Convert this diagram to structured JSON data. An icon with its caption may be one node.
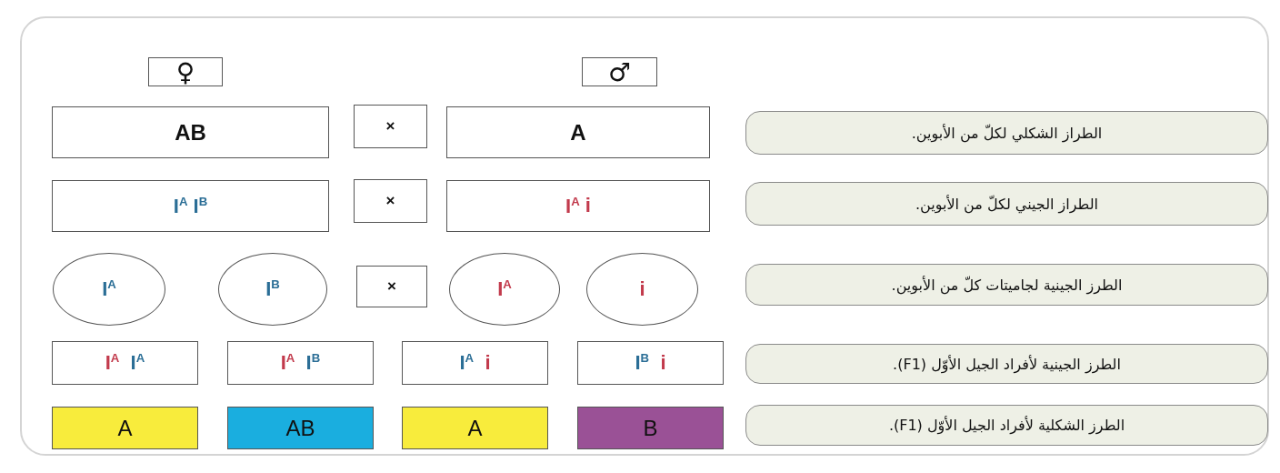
{
  "diagram": {
    "nodes": [
      {
        "text": [
          "♀"
        ]
      },
      {
        "text": [
          "♂"
        ]
      },
      {
        "text": [
          "AB"
        ]
      },
      {
        "text": [
          "×"
        ]
      },
      {
        "text": [
          "A"
        ]
      },
      {
        "text": [
          "الطراز الشكلي لكلّ من الأبوين."
        ]
      },
      {
        "text": [
          "I$^{A}$ I$^{B}$"
        ]
      },
      {
        "text": [
          "×"
        ]
      },
      {
        "text": [
          "I$^{A}$ i"
        ]
      },
      {
        "text": [
          "الطراز الجيني لكلّ من الأبوين."
        ]
      },
      {
        "text": [
          "I$^{A}$"
        ]
      },
      {
        "text": [
          "I$^{B}$"
        ]
      },
      {
        "text": [
          "×"
        ]
      },
      {
        "text": [
          "I$^{A}$"
        ]
      },
      {
        "text": [
          "i"
        ]
      },
      {
        "text": [
          "الطرز الجينية لجاميتات كلّ من الأبوين."
        ]
      },
      {
        "text": [
          "I$^{A}$ I$^{A}$"
        ]
      },
      {
        "text": [
          "I$^{A}$ I$^{B}$"
        ]
      },
      {
        "text": [
          "I$^{A}$ i"
        ]
      },
      {
        "text": [
          "I$^{B}$ i"
        ]
      },
      {
        "text": [
          "الطرز الجينية لأفراد الجيل الأوّل (F1)."
        ]
      },
      {
        "text": [
          "A"
        ]
      },
      {
        "text": [
          "AB"
        ]
      },
      {
        "text": [
          "A"
        ]
      },
      {
        "text": [
          "B"
        ]
      },
      {
        "text": [
          "الطرز الشكلية لأفراد الجيل الأوّل (F1)."
        ]
      }
    ]
  }
}
